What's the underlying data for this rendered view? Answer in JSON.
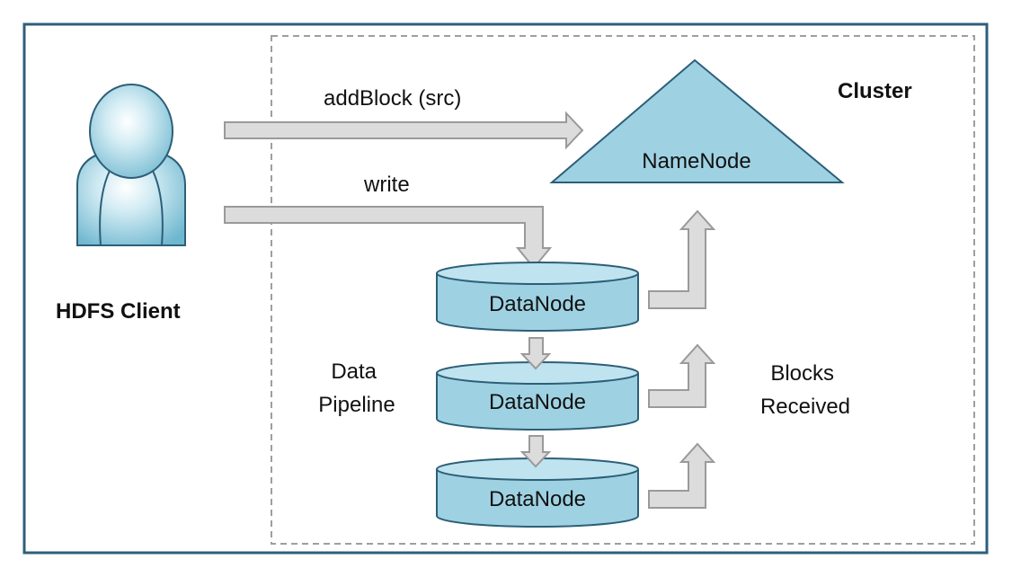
{
  "client": {
    "label": "HDFS Client",
    "icon": "user-icon"
  },
  "cluster": {
    "label": "Cluster",
    "namenode_label": "NameNode",
    "datanodes": [
      {
        "label": "DataNode"
      },
      {
        "label": "DataNode"
      },
      {
        "label": "DataNode"
      }
    ],
    "pipeline_label": [
      "Data",
      "Pipeline"
    ],
    "blocks_label": [
      "Blocks",
      "Received"
    ]
  },
  "arrows": {
    "add_block": "addBlock (src)",
    "write": "write"
  },
  "colors": {
    "frame_border": "#2e5f7d",
    "cluster_border": "#9e9e9e",
    "node_fill": "#9ed2e3",
    "node_stroke": "#2c5f78",
    "arrow_fill": "#dcdcdc",
    "arrow_stroke": "#9a9a9a"
  }
}
